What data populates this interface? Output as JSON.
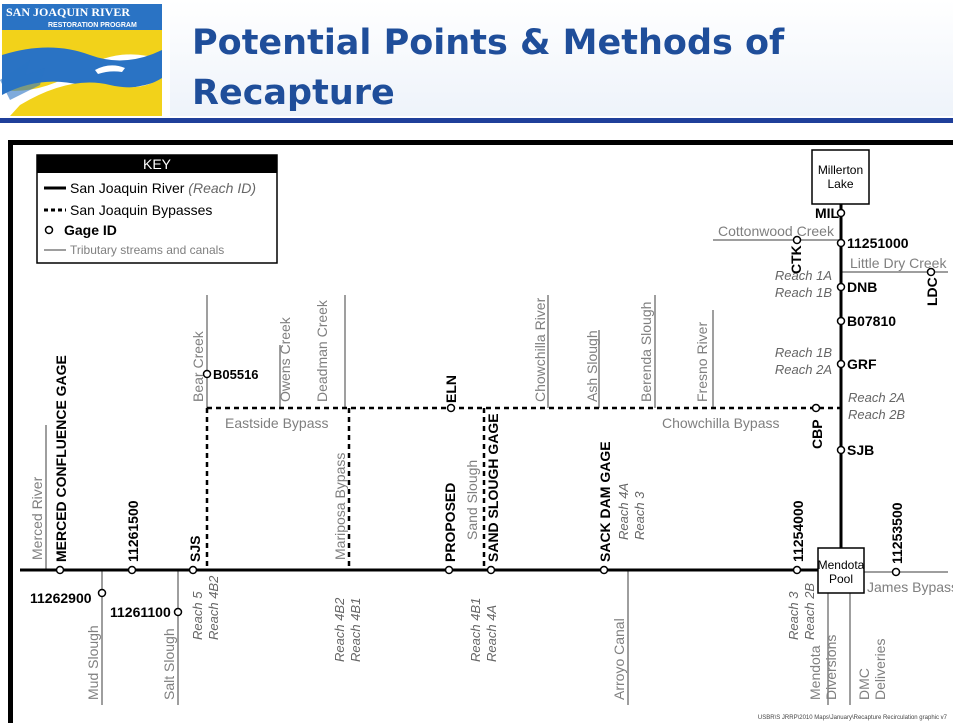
{
  "header": {
    "title_line1": "Potential Points & Methods of",
    "title_line2": "Recapture",
    "logo_line1": "SAN JOAQUIN RIVER",
    "logo_line2": "RESTORATION PROGRAM"
  },
  "key": {
    "title": "KEY",
    "river_label": "San Joaquin River",
    "river_suffix": "(Reach ID)",
    "bypass_label": "San Joaquin Bypasses",
    "gage_label": "Gage ID",
    "tributary_label": "Tributary streams and canals"
  },
  "boxes": {
    "millerton": [
      "Millerton",
      "Lake"
    ],
    "mendota": [
      "Mendota",
      "Pool"
    ]
  },
  "gages": {
    "mil": "MIL",
    "g11251000": "11251000",
    "ctk": "CTK",
    "dnb": "DNB",
    "ldc": "LDC",
    "b07810": "B07810",
    "grf": "GRF",
    "cbp": "CBP",
    "sjb": "SJB",
    "b05516": "B05516",
    "eln": "ELN",
    "merced": "MERCED CONFLUENCE GAGE",
    "g11261500": "11261500",
    "sjs": "SJS",
    "proposed": "PROPOSED",
    "sandslough_gage": "SAND SLOUGH GAGE",
    "sackdam_gage": "SACK DAM GAGE",
    "g11254000": "11254000",
    "g11253500": "11253500",
    "g11262900": "11262900",
    "g11261100": "11261100"
  },
  "streams": {
    "cottonwood": "Cottonwood Creek",
    "littledry": "Little Dry Creek",
    "bear": "Bear Creek",
    "owens": "Owens Creek",
    "deadman": "Deadman Creek",
    "chowchilla_river": "Chowchilla River",
    "ash": "Ash Slough",
    "berenda": "Berenda Slough",
    "fresno": "Fresno River",
    "merced_river": "Merced River",
    "sandslough": "Sand Slough",
    "mud": "Mud Slough",
    "salt": "Salt Slough",
    "arroyo": "Arroyo Canal",
    "mendota_div": [
      "Mendota",
      "Diversions"
    ],
    "dmc": [
      "DMC",
      "Deliveries"
    ],
    "eastside": "Eastside Bypass",
    "mariposa": "Mariposa Bypass",
    "chowchilla_bypass": "Chowchilla Bypass",
    "james": "James Bypass"
  },
  "reaches": {
    "r1a": "Reach 1A",
    "r1b": "Reach 1B",
    "r1b2": "Reach 1B",
    "r2a": "Reach 2A",
    "r2a2": "Reach 2A",
    "r2b": "Reach 2B",
    "r4a": "Reach 4A",
    "r3": "Reach 3",
    "r3b": "Reach 3",
    "r2b2": "Reach 2B",
    "r5": "Reach 5",
    "r4b2": "Reach 4B2",
    "r4b2b": "Reach 4B2",
    "r4b1": "Reach 4B1",
    "r4b1b": "Reach 4B1",
    "r4a2": "Reach 4A"
  },
  "footer": "USBR\\S JRRP\\2010 Maps\\January\\Recapture Recirculation graphic v7",
  "colors": {
    "title": "#1f4e9a",
    "rule": "#1f3f9a",
    "logo_blue": "#2a73c4",
    "logo_yellow": "#f2d21a",
    "tributary": "#7f7f7f",
    "reach_text": "#666666"
  }
}
